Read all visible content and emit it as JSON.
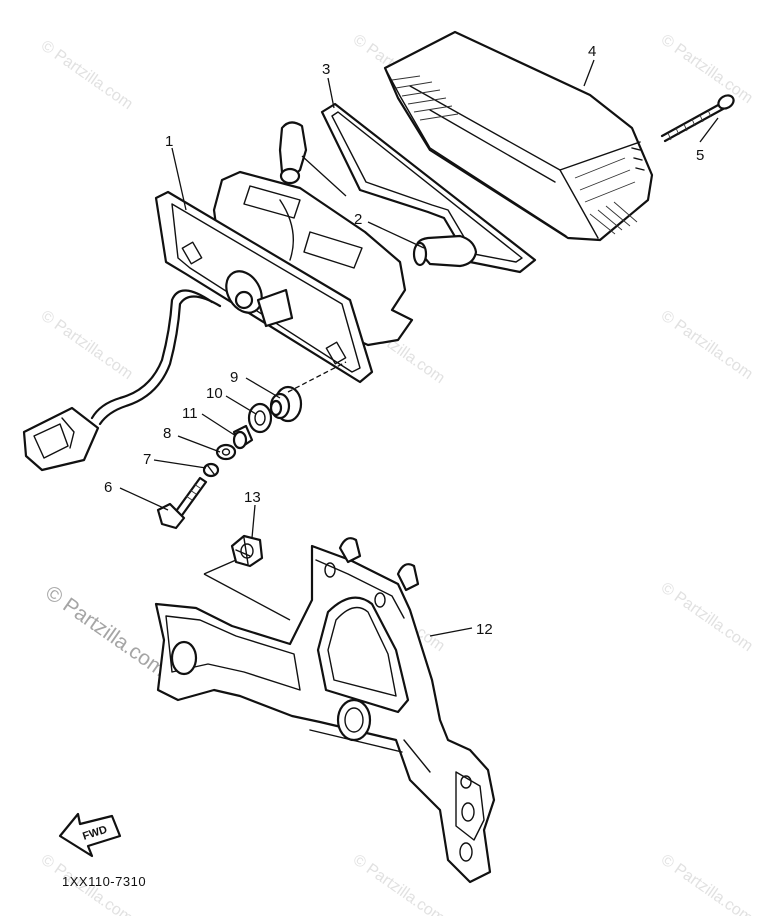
{
  "diagram": {
    "callouts": [
      {
        "id": "c1",
        "text": "1"
      },
      {
        "id": "c2",
        "text": "2"
      },
      {
        "id": "c3",
        "text": "3"
      },
      {
        "id": "c4",
        "text": "4"
      },
      {
        "id": "c5",
        "text": "5"
      },
      {
        "id": "c6",
        "text": "6"
      },
      {
        "id": "c7",
        "text": "7"
      },
      {
        "id": "c8",
        "text": "8"
      },
      {
        "id": "c9",
        "text": "9"
      },
      {
        "id": "c10",
        "text": "10"
      },
      {
        "id": "c11",
        "text": "11"
      },
      {
        "id": "c12",
        "text": "12"
      },
      {
        "id": "c13",
        "text": "13"
      }
    ],
    "drawing_code": "1XX110-7310",
    "fwd_label": "FWD",
    "watermark": "© Partzilla.com"
  }
}
